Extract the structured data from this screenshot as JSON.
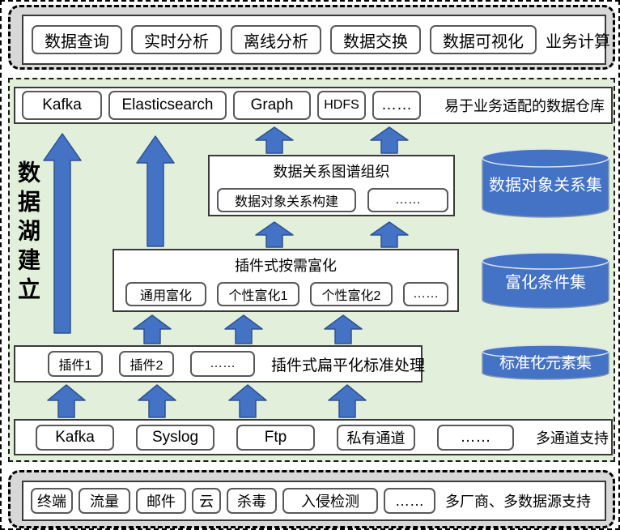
{
  "business": {
    "items": [
      "数据查询",
      "实时分析",
      "离线分析",
      "数据交换",
      "数据可视化"
    ],
    "label": "业务计算"
  },
  "lake": {
    "side_label": "数据湖建立",
    "warehouse": {
      "items": [
        "Kafka",
        "Elasticsearch",
        "Graph",
        "HDFS",
        "……"
      ],
      "label": "易于业务适配的数据仓库"
    },
    "graph_org": {
      "title": "数据关系图谱组织",
      "items": [
        "数据对象关系构建",
        "……"
      ]
    },
    "enrichment": {
      "title": "插件式按需富化",
      "items": [
        "通用富化",
        "个性富化1",
        "个性富化2",
        "……"
      ]
    },
    "plugins": {
      "items": [
        "插件1",
        "插件2",
        "……"
      ],
      "label": "插件式扁平化标准处理"
    },
    "channels": {
      "items": [
        "Kafka",
        "Syslog",
        "Ftp",
        "私有通道",
        "……"
      ],
      "label": "多通道支持"
    },
    "stores": [
      "数据对象关系集",
      "富化条件集",
      "标准化元素集"
    ]
  },
  "sources": {
    "items": [
      "终端",
      "流量",
      "邮件",
      "云",
      "杀毒",
      "入侵检测",
      "……"
    ],
    "label": "多厂商、多数据源支持"
  },
  "colors": {
    "arrow_blue": "#4472C4",
    "arrow_edge": "#2F528F",
    "green_bg": "#E2EFDA",
    "gray_bg": "#D8D8D8",
    "cylinder_blue": "#4472C4"
  }
}
